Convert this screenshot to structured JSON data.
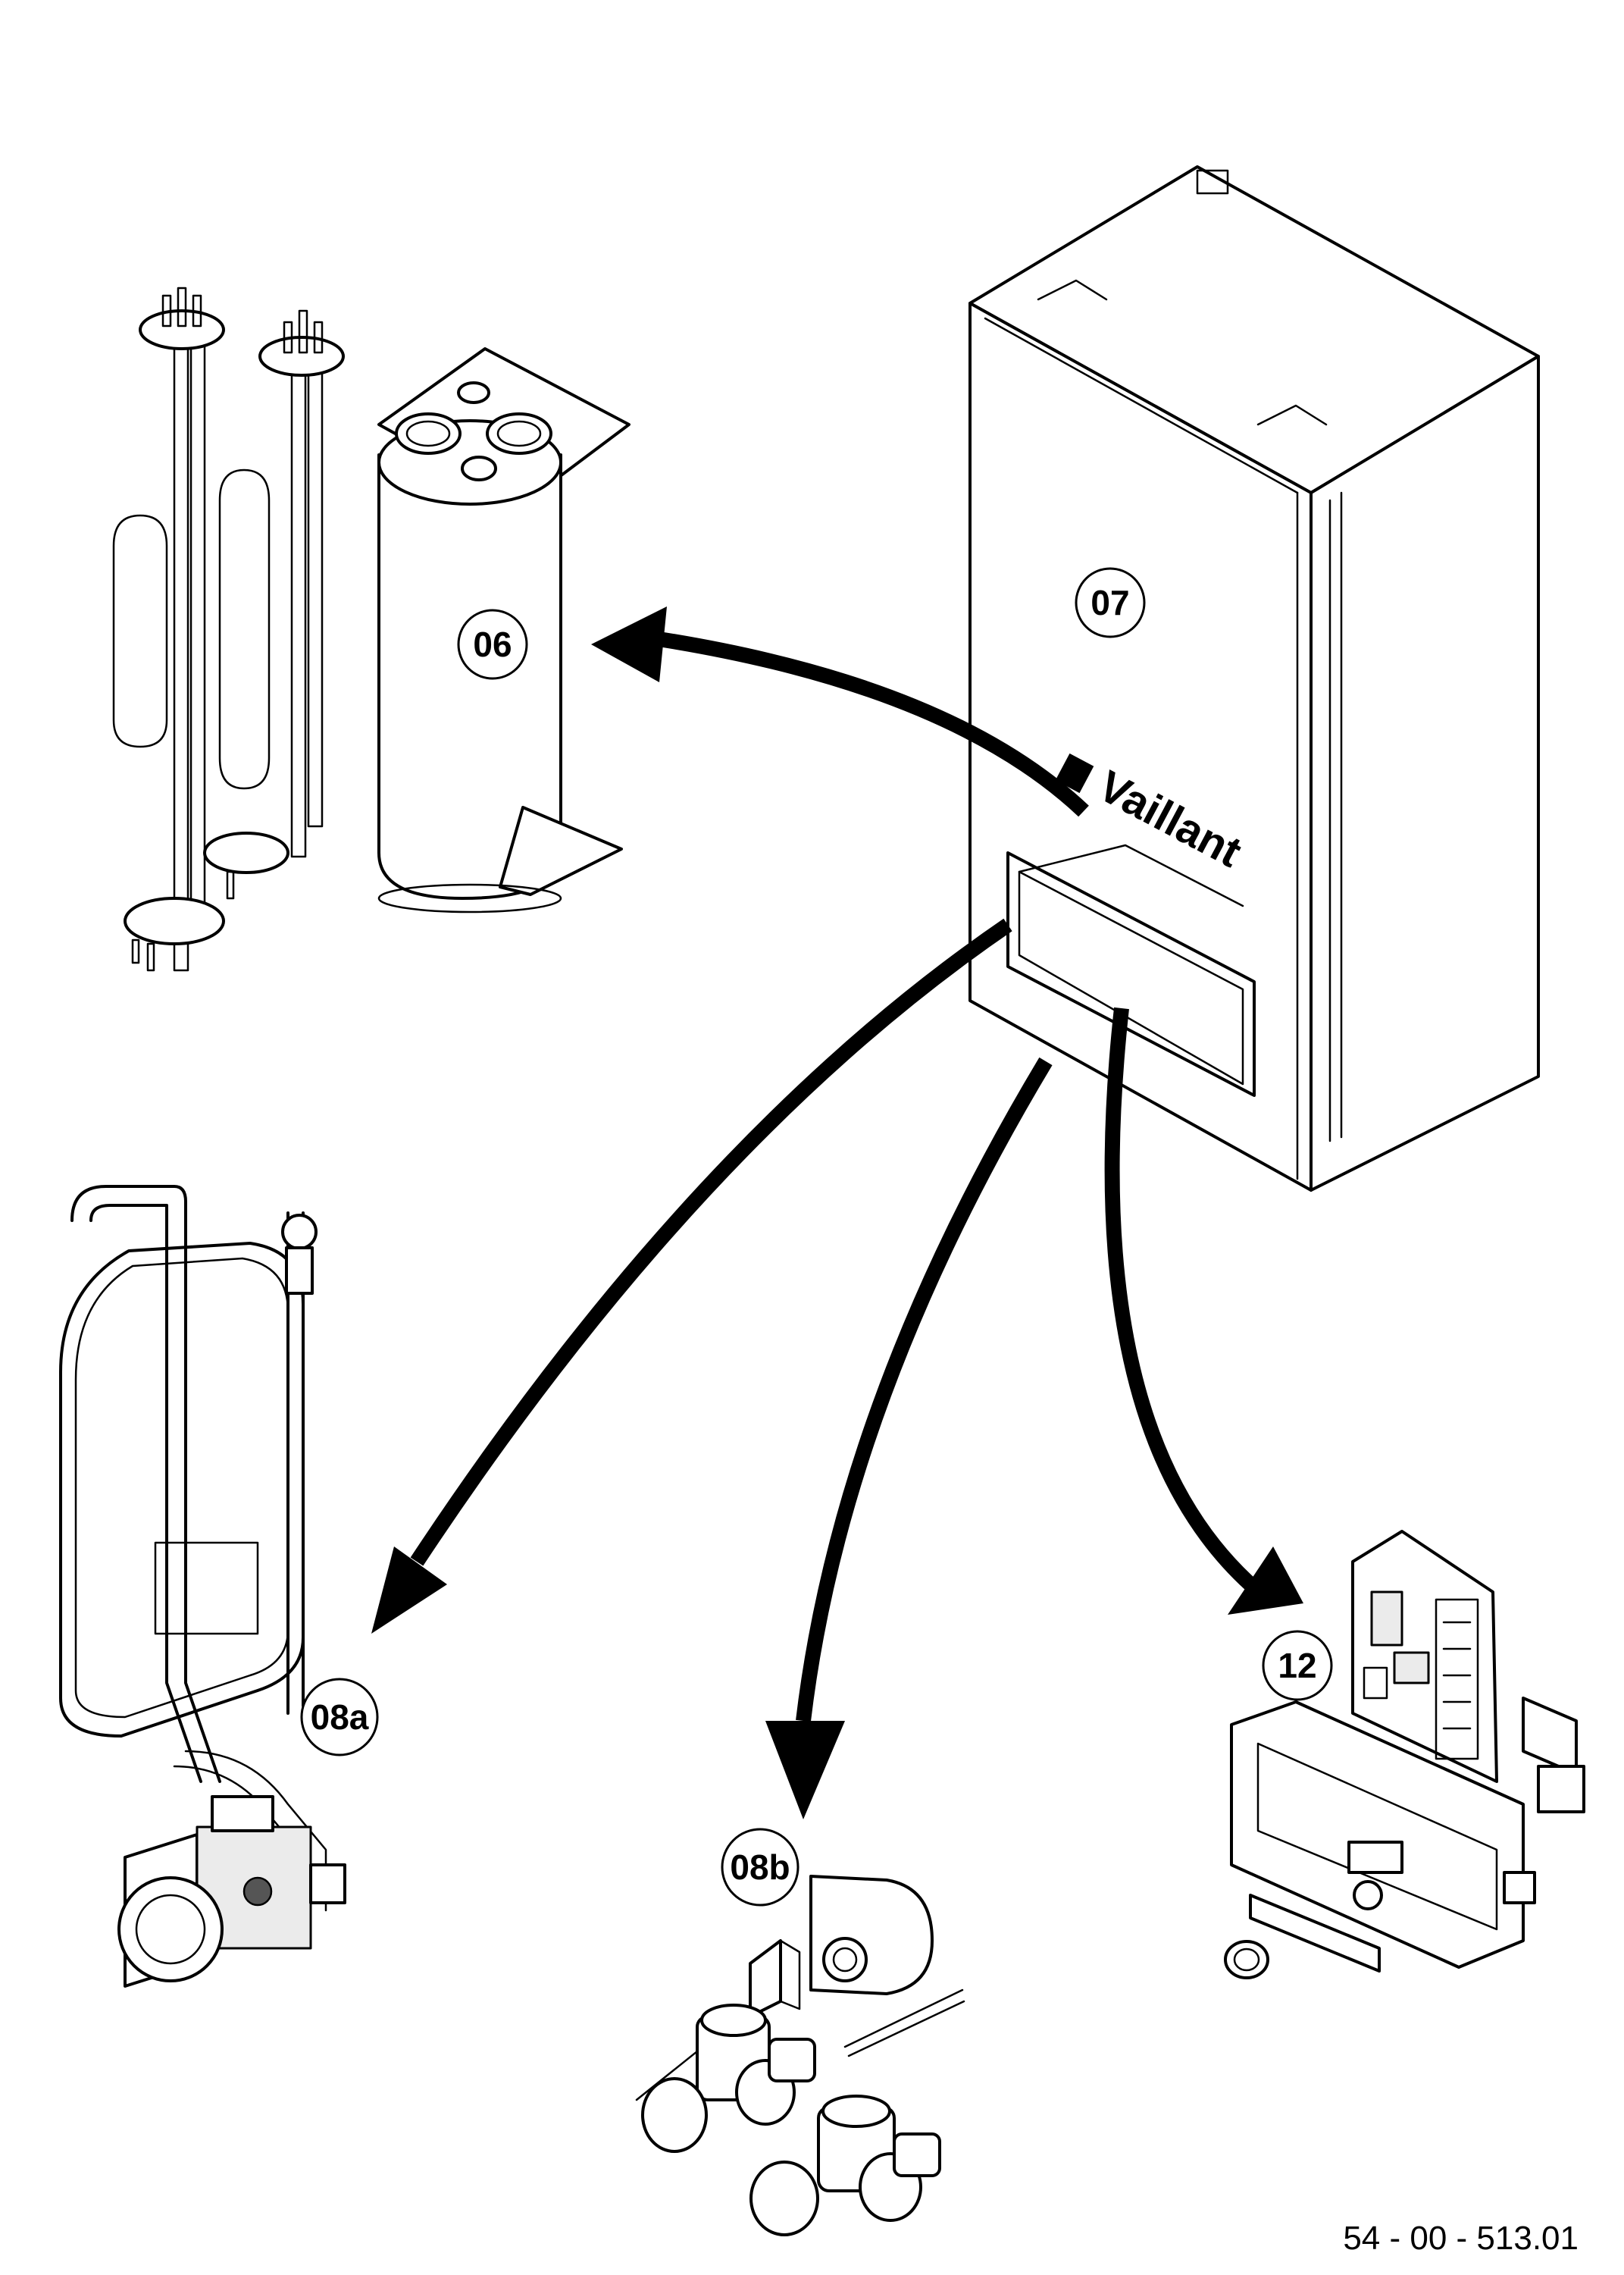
{
  "callouts": {
    "tank": "06",
    "boiler": "07",
    "expansion_vessel": "08a",
    "valves": "08b",
    "electronics": "12"
  },
  "brand_logo": "Vaillant",
  "document_reference": "54 - 00 - 513.01"
}
